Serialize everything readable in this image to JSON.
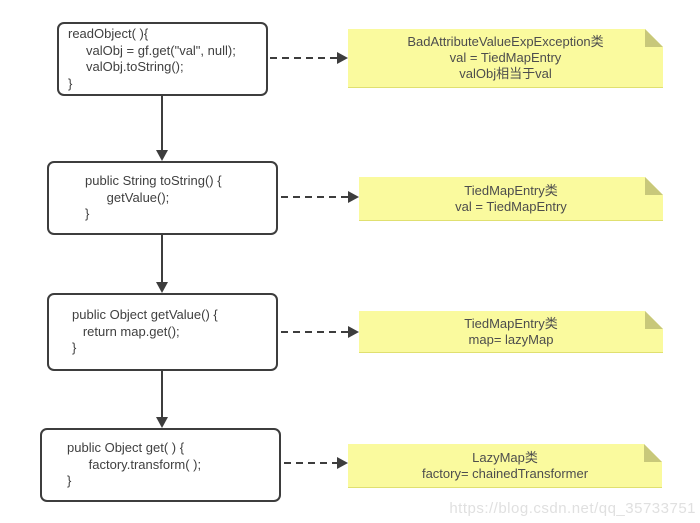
{
  "colors": {
    "box_border": "#3d3d3d",
    "box_text": "#404040",
    "arrow": "#3d3d3d",
    "note_bg": "#fafa9e",
    "note_fold": "#c8c87a",
    "note_edge": "#e0e070",
    "note_text": "#4d4d4d",
    "watermark": "#e0e0e0",
    "background": "#ffffff"
  },
  "boxes": [
    {
      "id": "readObject",
      "lines": [
        "readObject( ){",
        "     valObj = gf.get(\"val\", null);",
        "     valObj.toString();",
        "}"
      ]
    },
    {
      "id": "toString",
      "lines": [
        "public String toString() {",
        "      getValue();",
        "}"
      ]
    },
    {
      "id": "getValue",
      "lines": [
        "public Object getValue() {",
        "   return map.get();",
        "}"
      ]
    },
    {
      "id": "get",
      "lines": [
        "public Object get( ) {",
        "      factory.transform( );",
        "}"
      ]
    }
  ],
  "notes": [
    {
      "lines": [
        "BadAttributeValueExpException类",
        "val = TiedMapEntry",
        "valObj相当于val"
      ]
    },
    {
      "lines": [
        "TiedMapEntry类",
        "val = TiedMapEntry"
      ]
    },
    {
      "lines": [
        "TiedMapEntry类",
        "map= lazyMap"
      ]
    },
    {
      "lines": [
        "LazyMap类",
        "factory= chainedTransformer"
      ]
    }
  ],
  "watermark": {
    "text": "https://blog.csdn.net/qq_35733751"
  }
}
